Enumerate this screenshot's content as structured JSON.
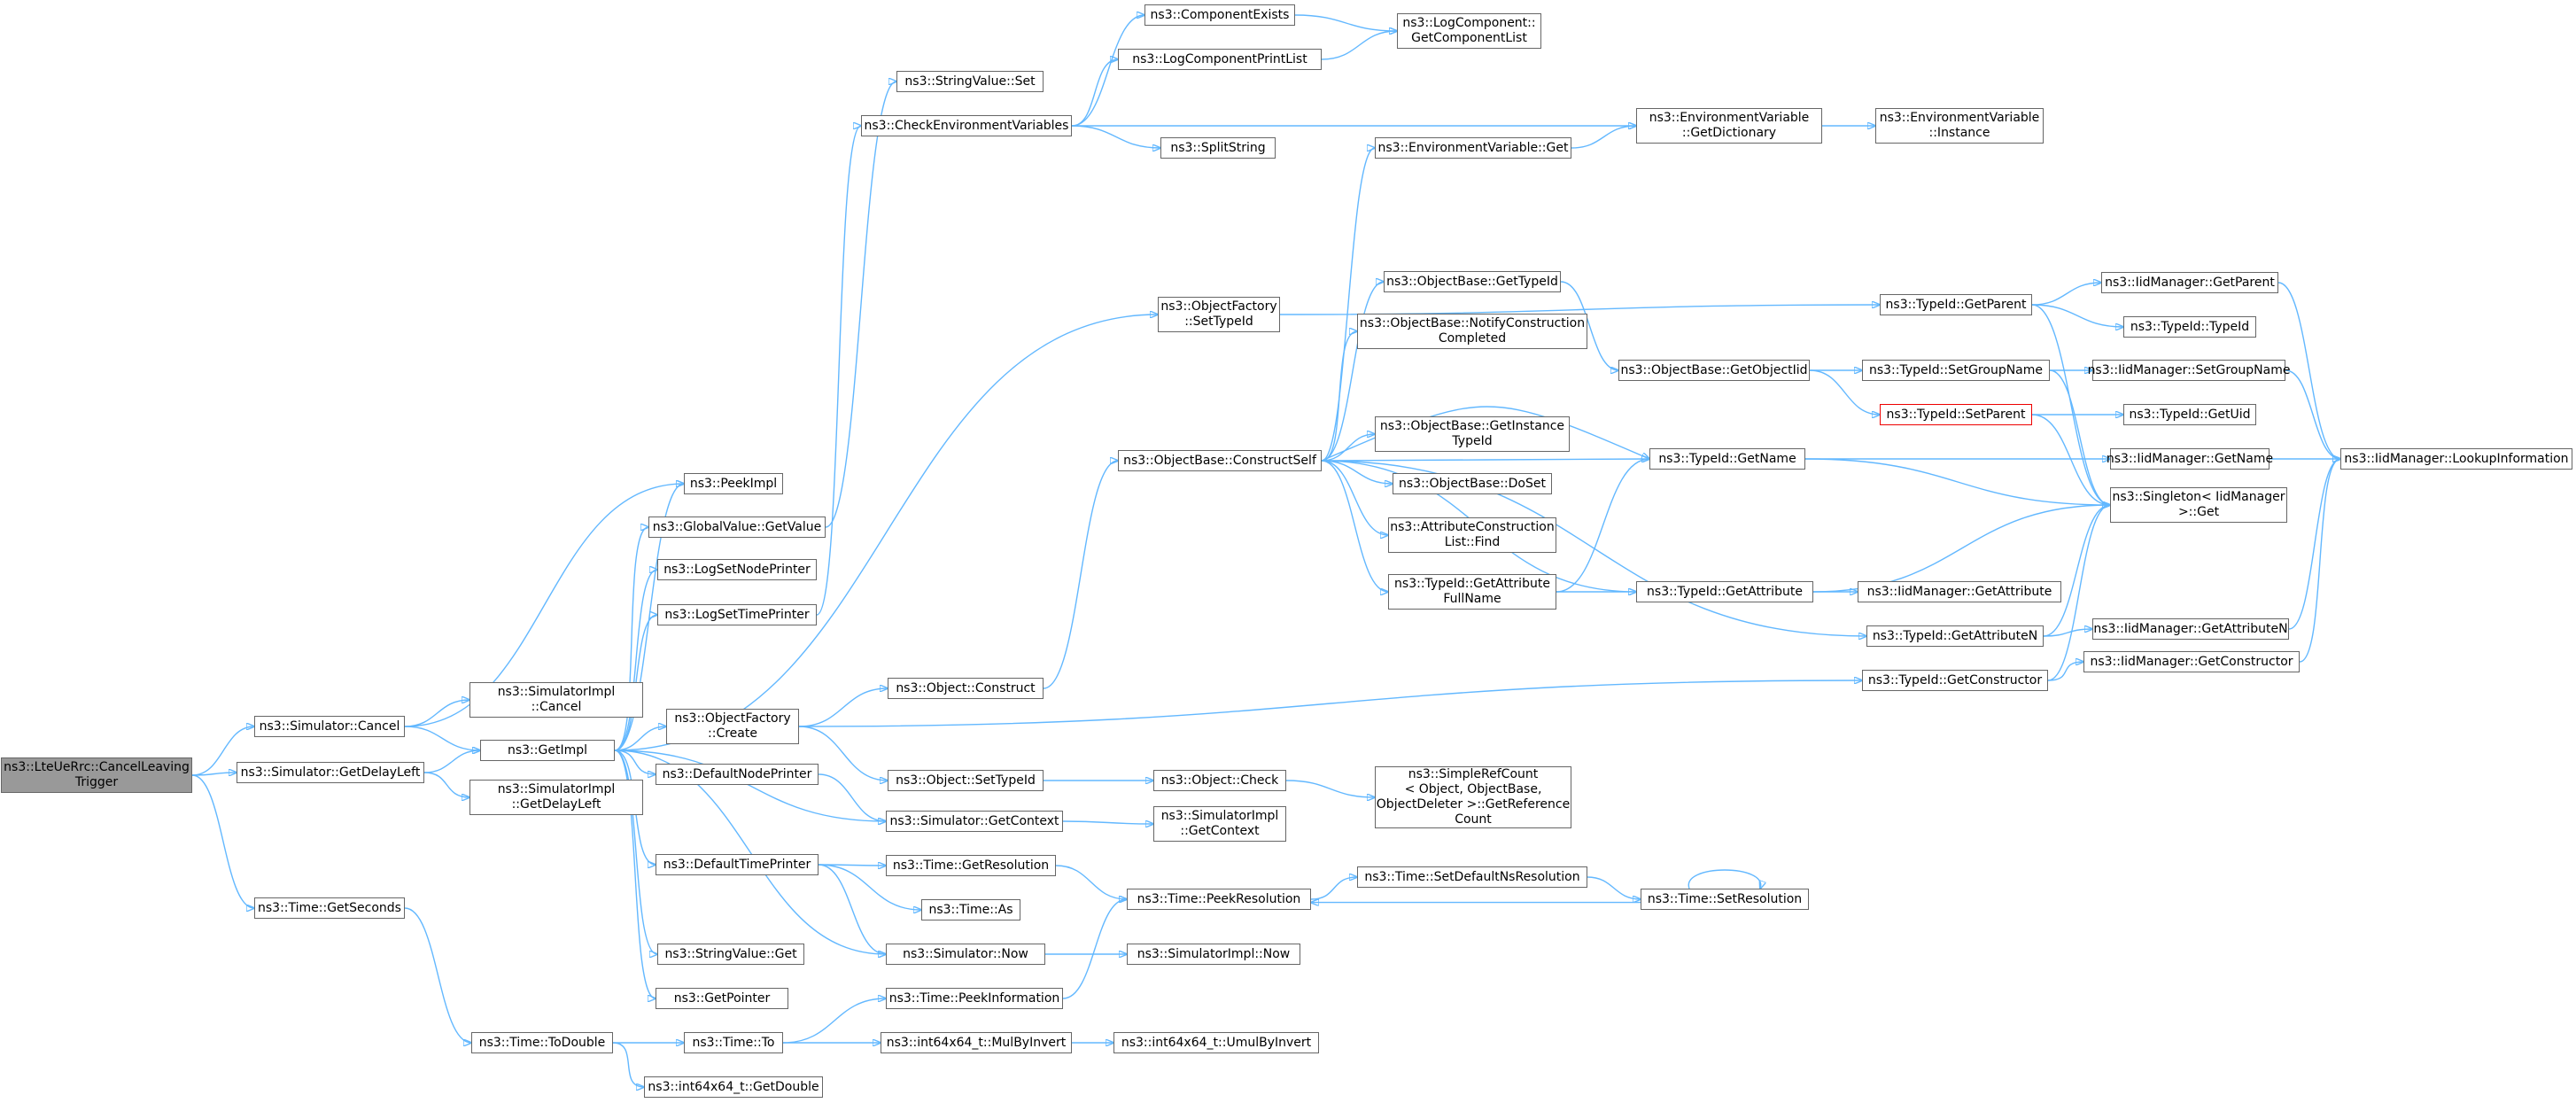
{
  "colors": {
    "edge": "#63b8ff",
    "node_border": "#666666",
    "root_fill": "#999999",
    "highlight_border": "#ff0000"
  },
  "nodes": [
    {
      "id": "root",
      "lines": [
        "ns3::LteUeRrc::CancelLeaving",
        "Trigger"
      ],
      "root": true
    },
    {
      "id": "simcancel",
      "lines": [
        "ns3::Simulator::Cancel"
      ]
    },
    {
      "id": "simgetdelay",
      "lines": [
        "ns3::Simulator::GetDelayLeft"
      ]
    },
    {
      "id": "timegetseconds",
      "lines": [
        "ns3::Time::GetSeconds"
      ]
    },
    {
      "id": "peekimpl",
      "lines": [
        "ns3::PeekImpl"
      ]
    },
    {
      "id": "simimplcancel",
      "lines": [
        "ns3::SimulatorImpl",
        "::Cancel"
      ]
    },
    {
      "id": "getimpl",
      "lines": [
        "ns3::GetImpl"
      ]
    },
    {
      "id": "simimplgetdelay",
      "lines": [
        "ns3::SimulatorImpl",
        "::GetDelayLeft"
      ]
    },
    {
      "id": "todouble",
      "lines": [
        "ns3::Time::ToDouble"
      ]
    },
    {
      "id": "globalvalue",
      "lines": [
        "ns3::GlobalValue::GetValue"
      ]
    },
    {
      "id": "logsetnode",
      "lines": [
        "ns3::LogSetNodePrinter"
      ]
    },
    {
      "id": "logsettime",
      "lines": [
        "ns3::LogSetTimePrinter"
      ]
    },
    {
      "id": "objfactcreate",
      "lines": [
        "ns3::ObjectFactory",
        "::Create"
      ]
    },
    {
      "id": "defnodeprinter",
      "lines": [
        "ns3::DefaultNodePrinter"
      ]
    },
    {
      "id": "deftimeprinter",
      "lines": [
        "ns3::DefaultTimePrinter"
      ]
    },
    {
      "id": "strvalget",
      "lines": [
        "ns3::StringValue::Get"
      ]
    },
    {
      "id": "getpointer",
      "lines": [
        "ns3::GetPointer"
      ]
    },
    {
      "id": "timeto",
      "lines": [
        "ns3::Time::To"
      ]
    },
    {
      "id": "int64getdouble",
      "lines": [
        "ns3::int64x64_t::GetDouble"
      ]
    },
    {
      "id": "strvalset",
      "lines": [
        "ns3::StringValue::Set"
      ]
    },
    {
      "id": "checkenv",
      "lines": [
        "ns3::CheckEnvironmentVariables"
      ]
    },
    {
      "id": "objconstruct",
      "lines": [
        "ns3::Object::Construct"
      ]
    },
    {
      "id": "objsettypeid",
      "lines": [
        "ns3::Object::SetTypeId"
      ]
    },
    {
      "id": "simgetcontext",
      "lines": [
        "ns3::Simulator::GetContext"
      ]
    },
    {
      "id": "timegetres",
      "lines": [
        "ns3::Time::GetResolution"
      ]
    },
    {
      "id": "timeas",
      "lines": [
        "ns3::Time::As"
      ]
    },
    {
      "id": "simnow",
      "lines": [
        "ns3::Simulator::Now"
      ]
    },
    {
      "id": "peekinfo",
      "lines": [
        "ns3::Time::PeekInformation"
      ]
    },
    {
      "id": "mulbyinvert",
      "lines": [
        "ns3::int64x64_t::MulByInvert"
      ]
    },
    {
      "id": "compexists",
      "lines": [
        "ns3::ComponentExists"
      ]
    },
    {
      "id": "logcompprint",
      "lines": [
        "ns3::LogComponentPrintList"
      ]
    },
    {
      "id": "splitstring",
      "lines": [
        "ns3::SplitString"
      ]
    },
    {
      "id": "objfactsettypeid",
      "lines": [
        "ns3::ObjectFactory",
        "::SetTypeId"
      ]
    },
    {
      "id": "constructself",
      "lines": [
        "ns3::ObjectBase::ConstructSelf"
      ]
    },
    {
      "id": "objcheck",
      "lines": [
        "ns3::Object::Check"
      ]
    },
    {
      "id": "simimplgetcontext",
      "lines": [
        "ns3::SimulatorImpl",
        "::GetContext"
      ]
    },
    {
      "id": "peekres",
      "lines": [
        "ns3::Time::PeekResolution"
      ]
    },
    {
      "id": "simimplnow",
      "lines": [
        "ns3::SimulatorImpl::Now"
      ]
    },
    {
      "id": "umulbyinvert",
      "lines": [
        "ns3::int64x64_t::UmulByInvert"
      ]
    },
    {
      "id": "getcomplist",
      "lines": [
        "ns3::LogComponent::",
        "GetComponentList"
      ]
    },
    {
      "id": "envget",
      "lines": [
        "ns3::EnvironmentVariable::Get"
      ]
    },
    {
      "id": "objbasegettypeid",
      "lines": [
        "ns3::ObjectBase::GetTypeId"
      ]
    },
    {
      "id": "notifyconstr",
      "lines": [
        "ns3::ObjectBase::NotifyConstruction",
        "Completed"
      ]
    },
    {
      "id": "getinsttypeid",
      "lines": [
        "ns3::ObjectBase::GetInstance",
        "TypeId"
      ]
    },
    {
      "id": "doset",
      "lines": [
        "ns3::ObjectBase::DoSet"
      ]
    },
    {
      "id": "attrconstrfind",
      "lines": [
        "ns3::AttributeConstruction",
        "List::Find"
      ]
    },
    {
      "id": "getattrfullname",
      "lines": [
        "ns3::TypeId::GetAttribute",
        "FullName"
      ]
    },
    {
      "id": "simplerefcount",
      "lines": [
        "ns3::SimpleRefCount",
        "< Object, ObjectBase,",
        "ObjectDeleter >::GetReference",
        "Count"
      ]
    },
    {
      "id": "setdefaultns",
      "lines": [
        "ns3::Time::SetDefaultNsResolution"
      ]
    },
    {
      "id": "envgetdict",
      "lines": [
        "ns3::EnvironmentVariable",
        "::GetDictionary"
      ]
    },
    {
      "id": "getobjectiid",
      "lines": [
        "ns3::ObjectBase::GetObjectIid"
      ]
    },
    {
      "id": "typeidgetname",
      "lines": [
        "ns3::TypeId::GetName"
      ]
    },
    {
      "id": "typeidgetattr",
      "lines": [
        "ns3::TypeId::GetAttribute"
      ]
    },
    {
      "id": "timesetres",
      "lines": [
        "ns3::Time::SetResolution"
      ]
    },
    {
      "id": "envinstance",
      "lines": [
        "ns3::EnvironmentVariable",
        "::Instance"
      ]
    },
    {
      "id": "typeidgetparent",
      "lines": [
        "ns3::TypeId::GetParent"
      ]
    },
    {
      "id": "typeidsetgroup",
      "lines": [
        "ns3::TypeId::SetGroupName"
      ]
    },
    {
      "id": "typeidsetparent",
      "lines": [
        "ns3::TypeId::SetParent"
      ],
      "highlight": true
    },
    {
      "id": "iidgetattr",
      "lines": [
        "ns3::IidManager::GetAttribute"
      ]
    },
    {
      "id": "typeidgetattrn",
      "lines": [
        "ns3::TypeId::GetAttributeN"
      ]
    },
    {
      "id": "typeidgetconstr",
      "lines": [
        "ns3::TypeId::GetConstructor"
      ]
    },
    {
      "id": "iidgetparent",
      "lines": [
        "ns3::IidManager::GetParent"
      ]
    },
    {
      "id": "typeidtypeid",
      "lines": [
        "ns3::TypeId::TypeId"
      ]
    },
    {
      "id": "iidsetgroup",
      "lines": [
        "ns3::IidManager::SetGroupName"
      ]
    },
    {
      "id": "typeidgetuid",
      "lines": [
        "ns3::TypeId::GetUid"
      ]
    },
    {
      "id": "iidgetname",
      "lines": [
        "ns3::IidManager::GetName"
      ]
    },
    {
      "id": "singletonget",
      "lines": [
        "ns3::Singleton< IidManager",
        ">::Get"
      ]
    },
    {
      "id": "iidgetattrn",
      "lines": [
        "ns3::IidManager::GetAttributeN"
      ]
    },
    {
      "id": "iidgetconstr",
      "lines": [
        "ns3::IidManager::GetConstructor"
      ]
    },
    {
      "id": "lookupinfo",
      "lines": [
        "ns3::IidManager::LookupInformation"
      ]
    }
  ]
}
